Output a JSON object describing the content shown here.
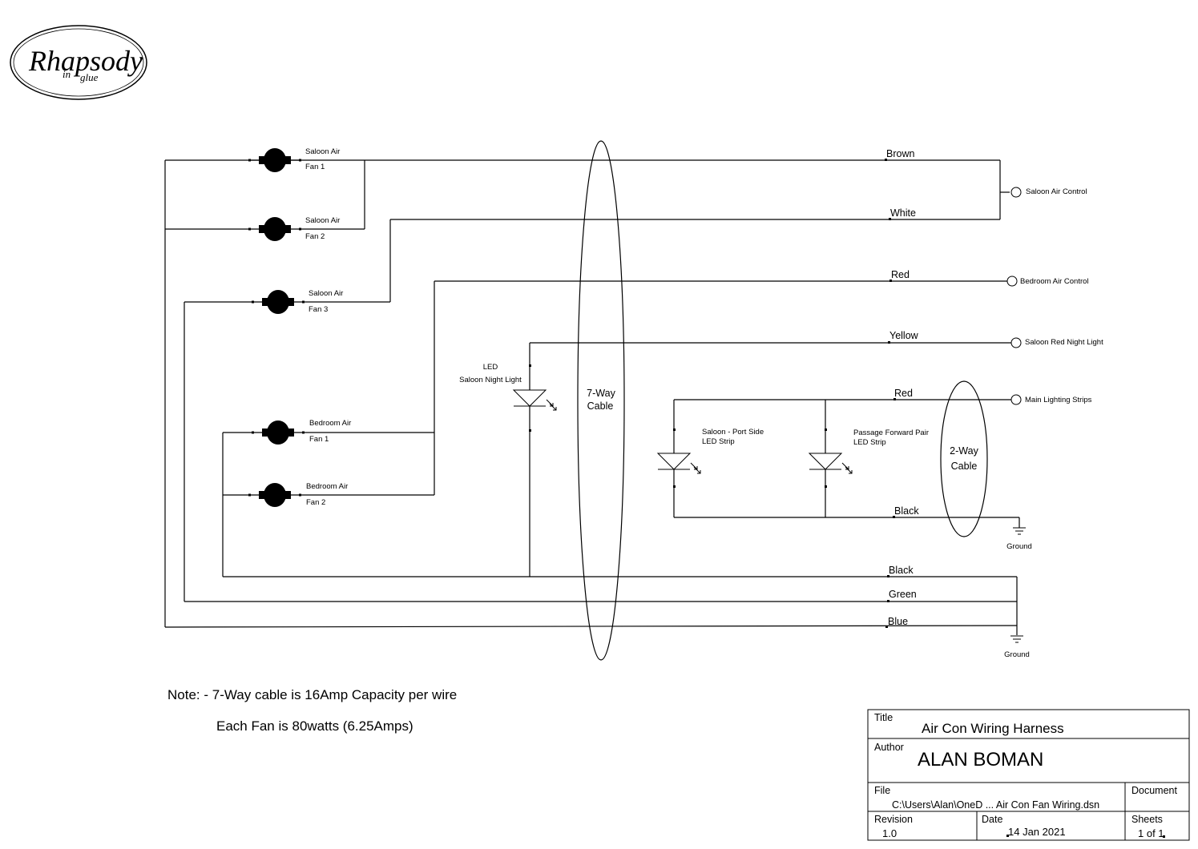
{
  "logo": {
    "main": "Rhapsody",
    "sub1": "in",
    "sub2": "glue"
  },
  "fans": {
    "saloon1": {
      "line1": "Saloon Air",
      "line2": "Fan 1"
    },
    "saloon2": {
      "line1": "Saloon Air",
      "line2": "Fan 2"
    },
    "saloon3": {
      "line1": "Saloon Air",
      "line2": "Fan 3"
    },
    "bedroom1": {
      "line1": "Bedroom Air",
      "line2": "Fan 1"
    },
    "bedroom2": {
      "line1": "Bedroom Air",
      "line2": "Fan 2"
    }
  },
  "leds": {
    "night": {
      "line1": "LED",
      "line2": "Saloon Night Light"
    },
    "port": {
      "line1": "Saloon - Port Side",
      "line2": "LED Strip"
    },
    "passage": {
      "line1": "Passage Forward Pair",
      "line2": "LED Strip"
    }
  },
  "wires": {
    "brown": "Brown",
    "white": "White",
    "red1": "Red",
    "yellow": "Yellow",
    "red2": "Red",
    "black1": "Black",
    "black2": "Black",
    "green": "Green",
    "blue": "Blue"
  },
  "terminals": {
    "saloon_air_control": "Saloon Air Control",
    "bedroom_air_control": "Bedroom  Air Control",
    "saloon_red_night_light": "Saloon Red Night Light",
    "main_lighting_strips": "Main Lighting Strips"
  },
  "cables": {
    "seven_way": {
      "line1": "7-Way",
      "line2": "Cable"
    },
    "two_way": {
      "line1": "2-Way",
      "line2": "Cable"
    }
  },
  "grounds": {
    "g1": "Ground",
    "g2": "Ground"
  },
  "notes": {
    "line1": "Note: - 7-Way cable is 16Amp Capacity per wire",
    "line2": "Each Fan is 80watts (6.25Amps)"
  },
  "title_block": {
    "title_label": "Title",
    "title": "Air Con Wiring Harness",
    "author_label": "Author",
    "author": "ALAN BOMAN",
    "file_label": "File",
    "file": "C:\\Users\\Alan\\OneD ... Air Con Fan Wiring.dsn",
    "document_label": "Document",
    "revision_label": "Revision",
    "revision": "1.0",
    "date_label": "Date",
    "date": "14 Jan 2021",
    "sheets_label": "Sheets",
    "sheets": "1 of 1"
  }
}
